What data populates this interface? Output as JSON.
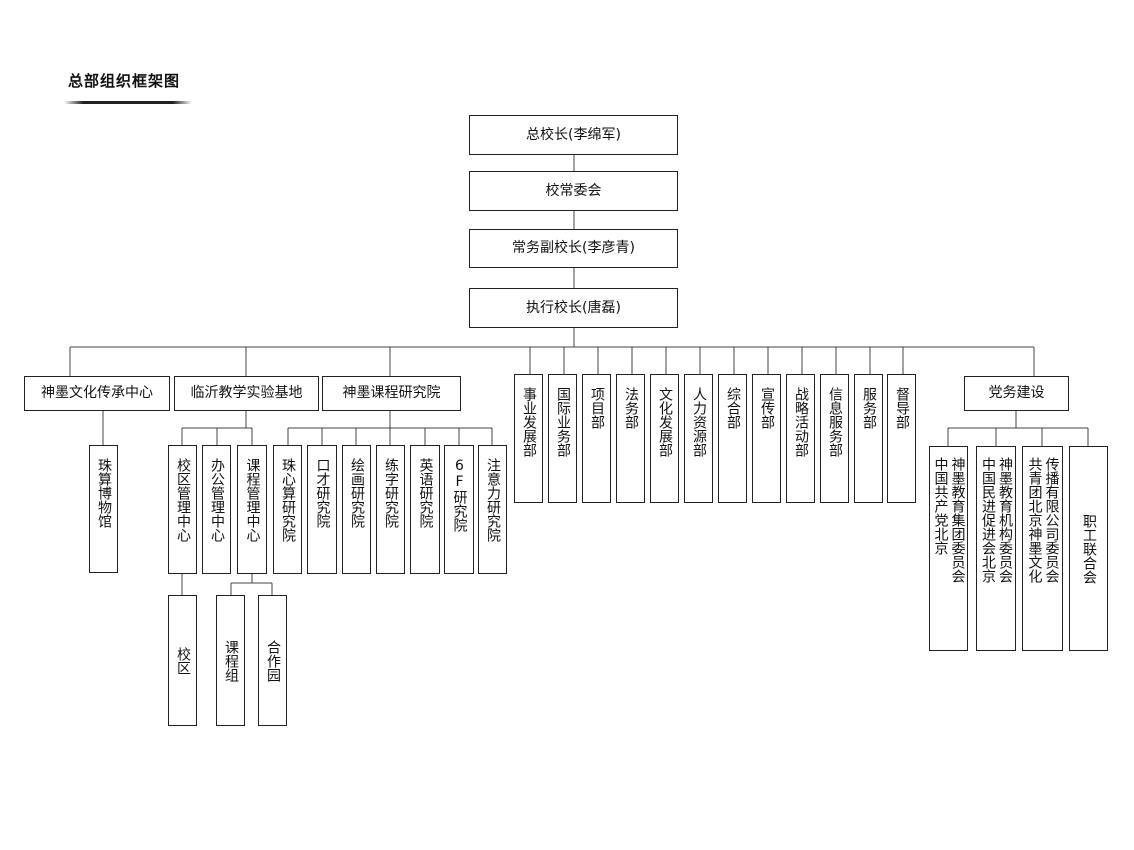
{
  "title": "总部组织框架图",
  "chain": [
    "总校长(李绵军)",
    "校常委会",
    "常务副校长(李彦青)",
    "执行校长(唐磊)"
  ],
  "level1": {
    "culture": "神墨文化传承中心",
    "linyi": "临沂教学实验基地",
    "research": "神墨课程研究院",
    "party": "党务建设"
  },
  "culture_children": [
    [
      "珠算博物馆"
    ]
  ],
  "linyi_children": [
    [
      "校区管理中心"
    ],
    [
      "办公管理中心"
    ],
    [
      "课程管理中心"
    ]
  ],
  "linyi_grandchildren": [
    [
      "校区"
    ],
    [
      "课程组"
    ],
    [
      "合作园"
    ]
  ],
  "research_children": [
    [
      "珠心算研究院"
    ],
    [
      "口才研究院"
    ],
    [
      "绘画研究院"
    ],
    [
      "练字研究院"
    ],
    [
      "英语研究院"
    ],
    [
      "6F研究院"
    ],
    [
      "注意力研究院"
    ]
  ],
  "departments": [
    [
      "事业发展部"
    ],
    [
      "国际业务部"
    ],
    [
      "项目部"
    ],
    [
      "法务部"
    ],
    [
      "文化发展部"
    ],
    [
      "人力资源部"
    ],
    [
      "综合部"
    ],
    [
      "宣传部"
    ],
    [
      "战略活动部"
    ],
    [
      "信息服务部"
    ],
    [
      "服务部"
    ],
    [
      "督导部"
    ]
  ],
  "party_children": [
    [
      "中国共产党北京",
      "神墨教育集团委员会"
    ],
    [
      "中国民进促进会北京",
      "神墨教育机构委员会"
    ],
    [
      "共青团北京神墨文化",
      "传播有限公司委员会"
    ],
    [
      "职工联合会"
    ]
  ]
}
